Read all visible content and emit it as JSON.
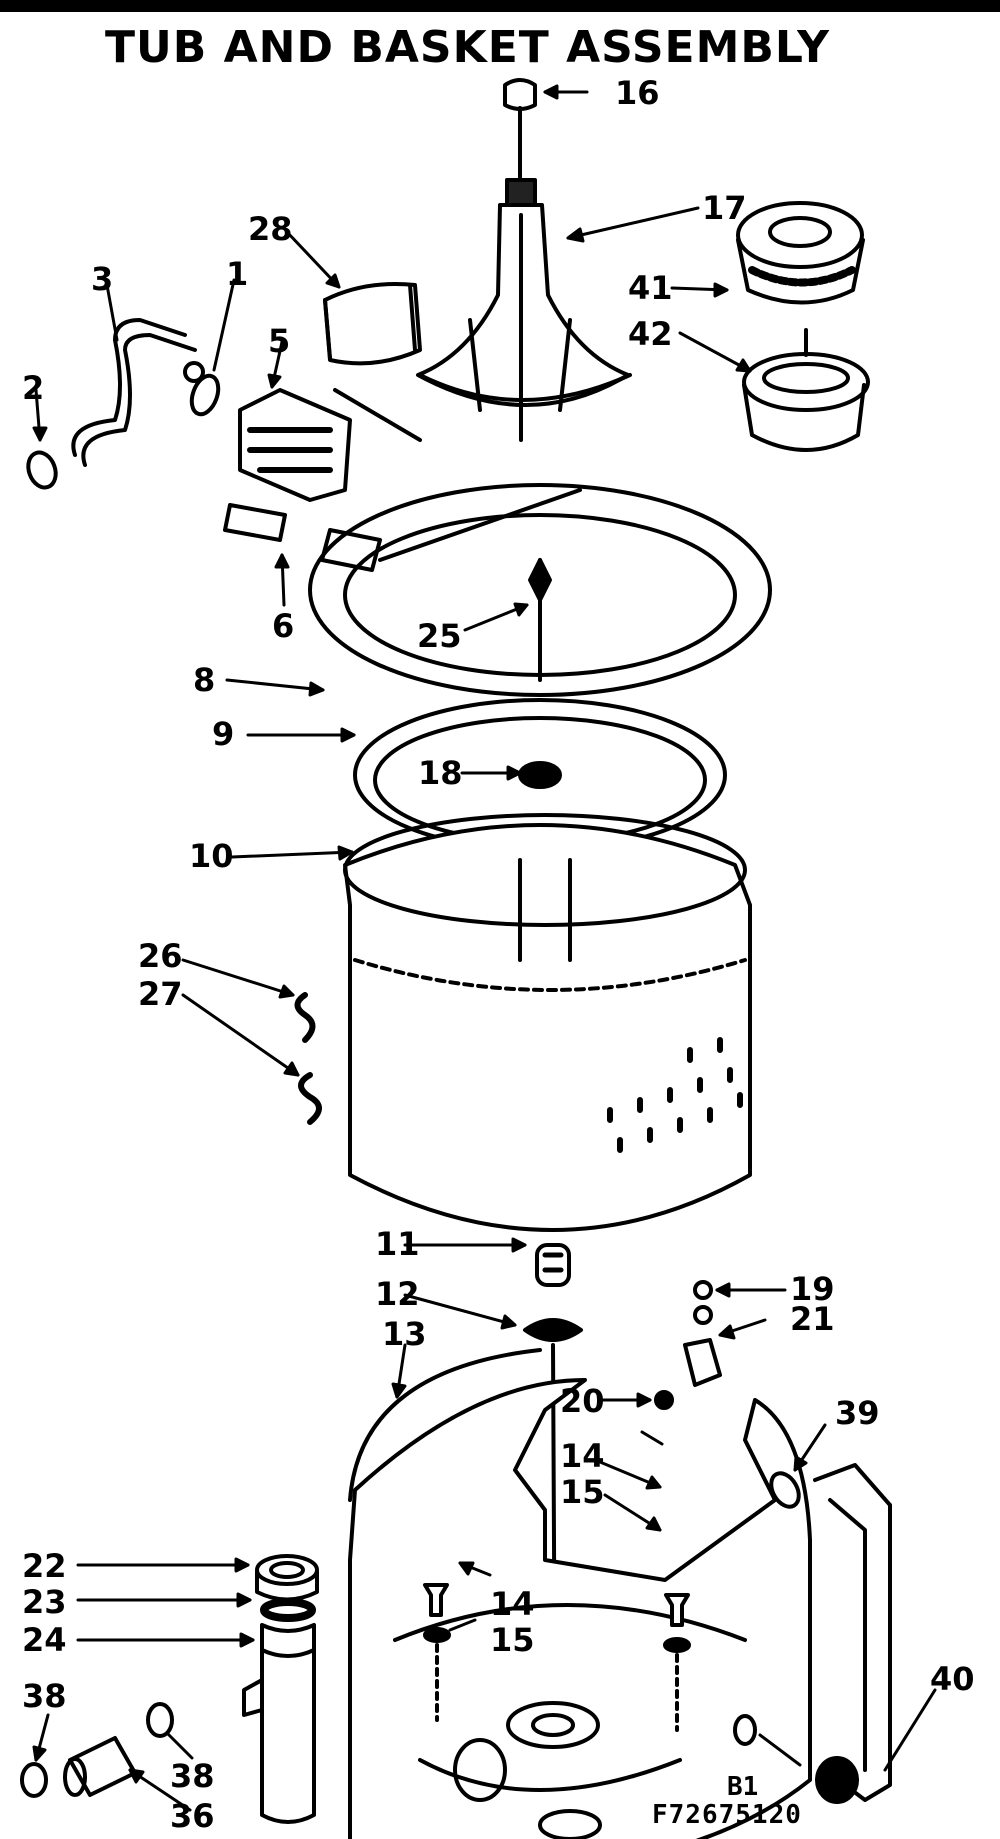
{
  "title": "TUB AND BASKET ASSEMBLY",
  "part_labels": [
    "16",
    "17",
    "28",
    "41",
    "42",
    "3",
    "1",
    "2",
    "5",
    "6",
    "25",
    "8",
    "9",
    "18",
    "10",
    "26",
    "27",
    "11",
    "19",
    "12",
    "21",
    "13",
    "20",
    "14",
    "15",
    "39",
    "22",
    "23",
    "24",
    "38",
    "40",
    "36"
  ],
  "footer_code_1": "B1",
  "footer_code_2": "F72675120"
}
